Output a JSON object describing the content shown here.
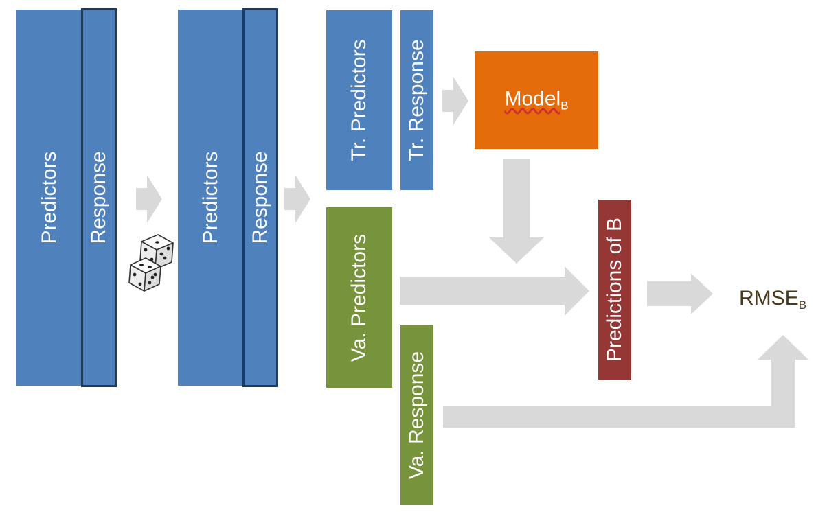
{
  "stage1": {
    "predictors": "Predictors",
    "response": "Response"
  },
  "stage2": {
    "predictors": "Predictors",
    "response": "Response"
  },
  "split": {
    "train_predictors": "Tr. Predictors",
    "train_response": "Tr. Response",
    "valid_predictors": "Va. Predictors",
    "valid_response": "Va. Response"
  },
  "model": {
    "label": "Model",
    "subscript": "B"
  },
  "predictions": {
    "label": "Predictions of B"
  },
  "result": {
    "label": "RMSE",
    "subscript": "B"
  },
  "icons": {
    "shuffle": "dice-icon"
  },
  "colors": {
    "blue": "#4f81bd",
    "blue_outline": "#1f3a5f",
    "green": "#77933c",
    "red": "#953735",
    "orange": "#e46c0a",
    "arrow": "#d9d9d9"
  }
}
